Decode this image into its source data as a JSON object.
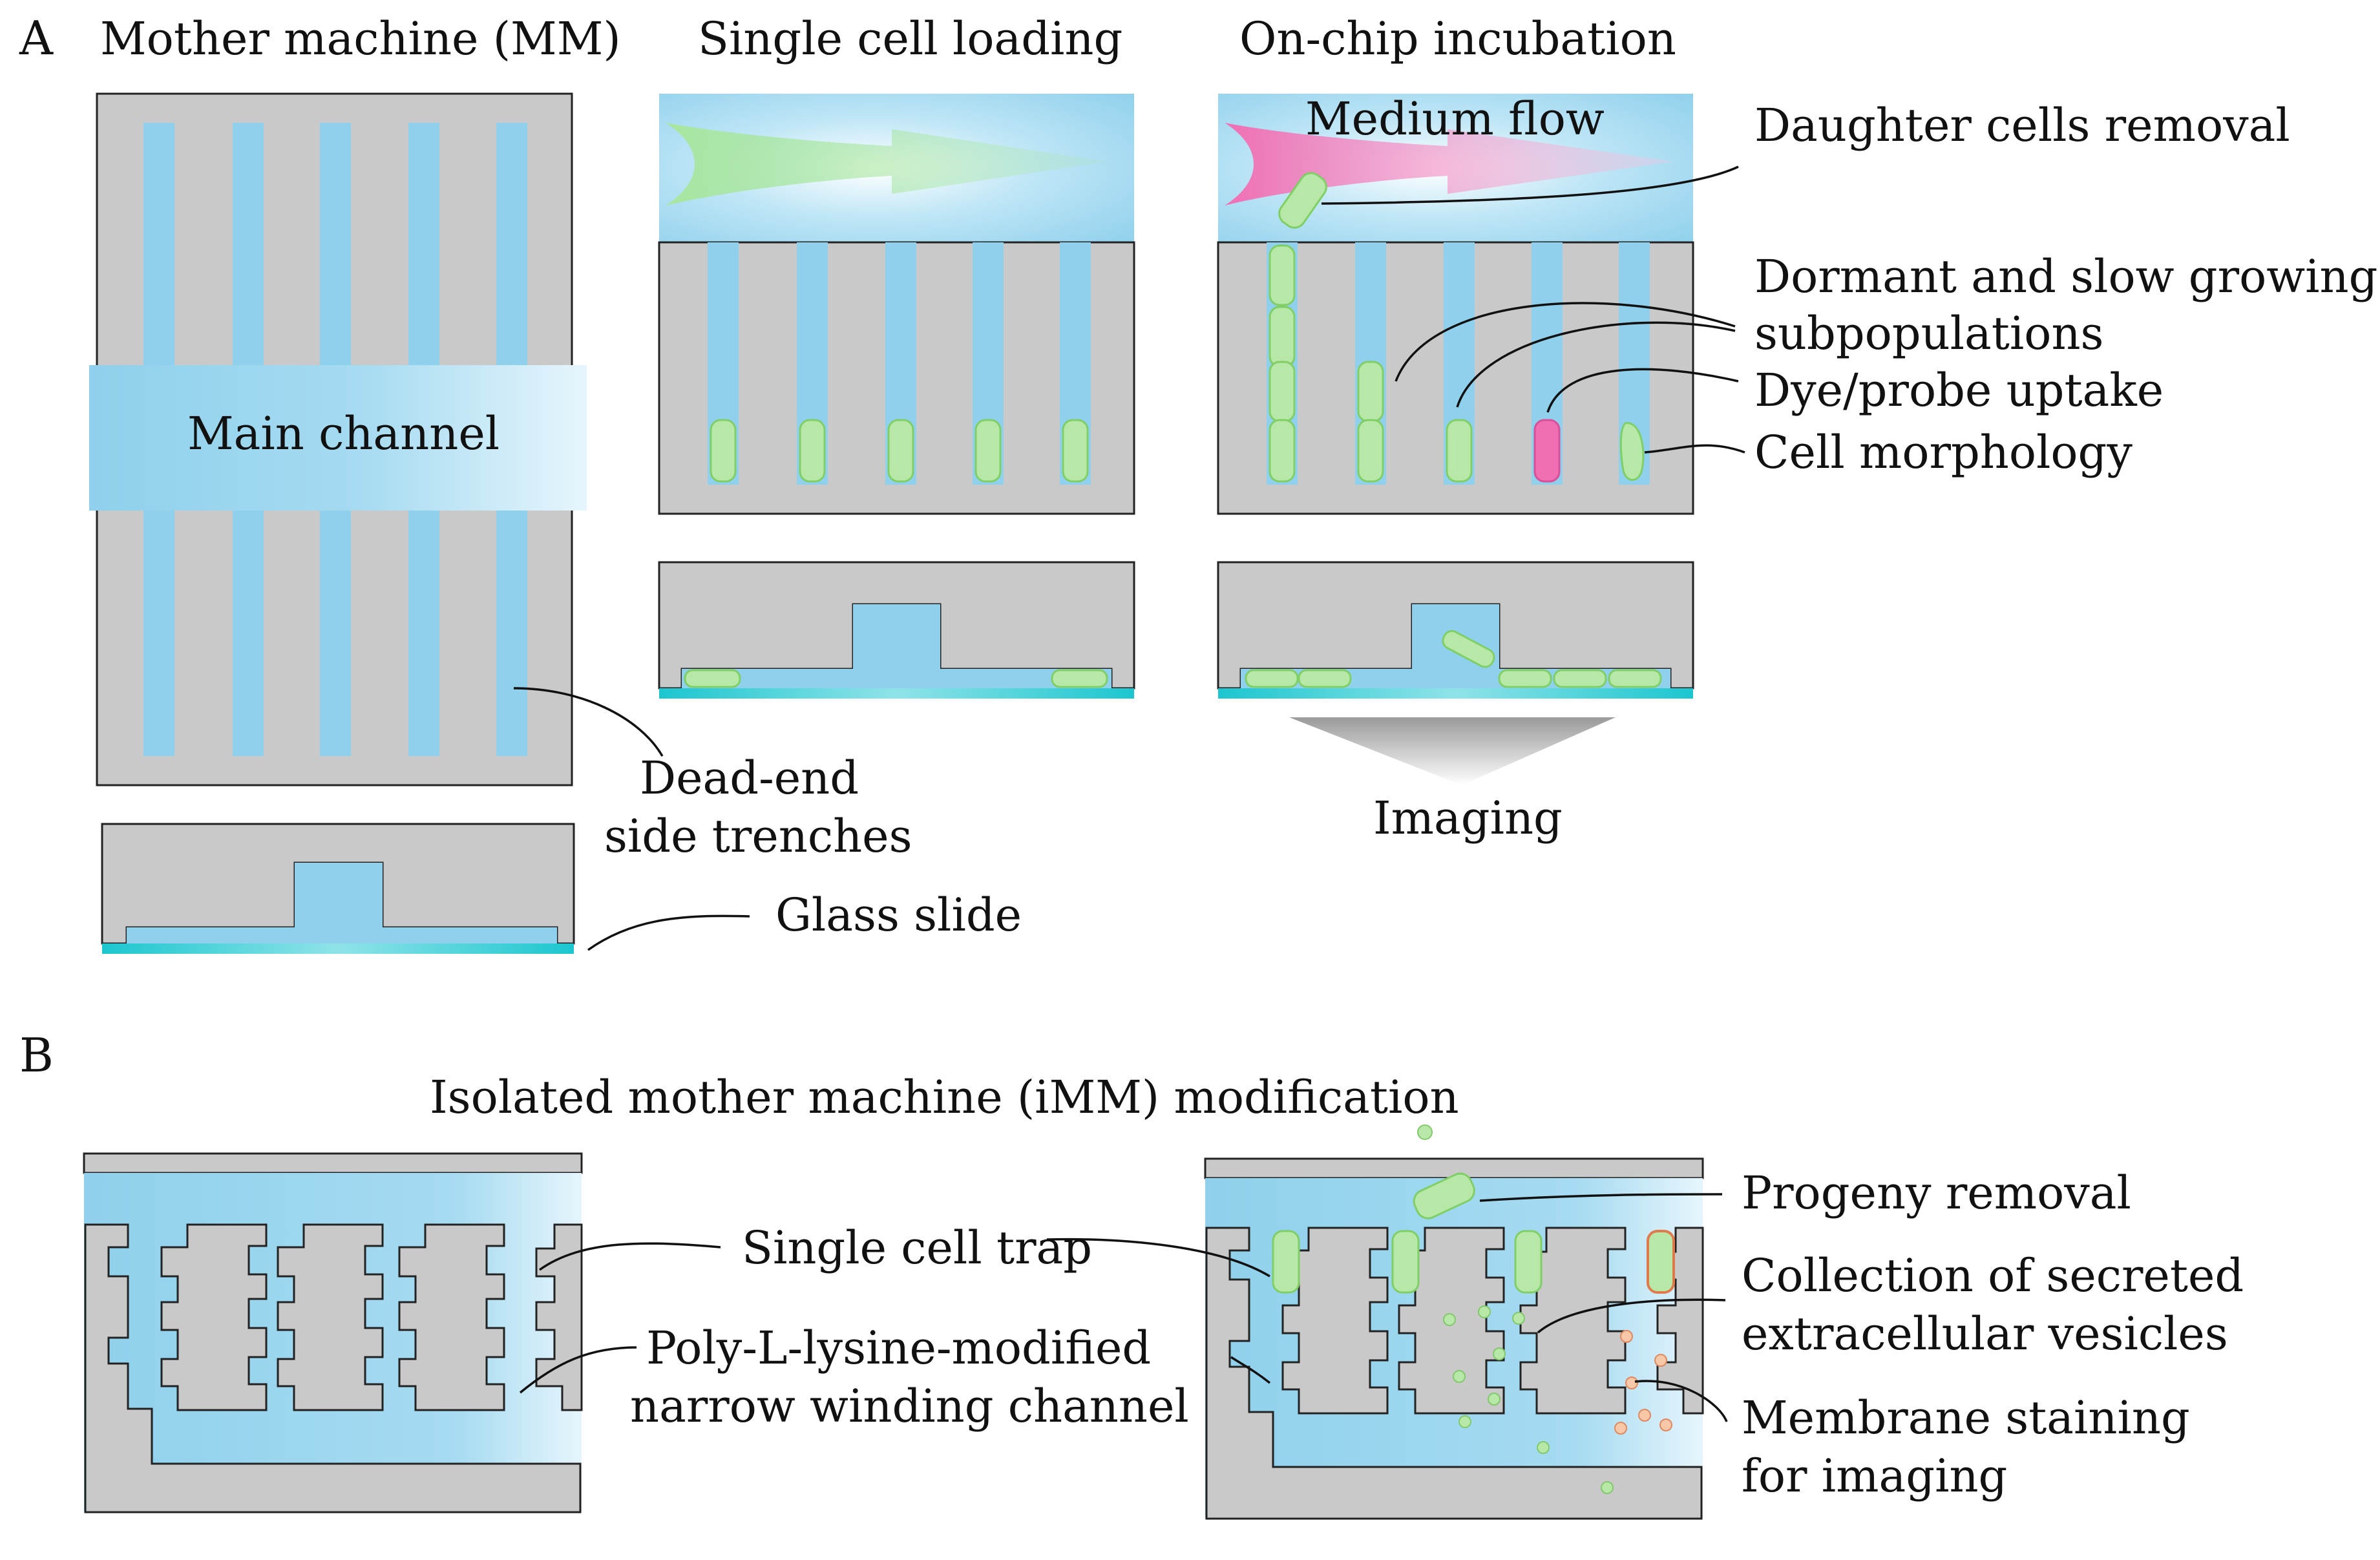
{
  "panel_a": {
    "letter": "A",
    "titles": {
      "mother_machine": "Mother machine (MM)",
      "single_cell_loading": "Single cell loading",
      "on_chip_incubation": "On-chip incubation"
    },
    "main_channel": "Main channel",
    "medium_flow": "Medium flow",
    "dead_end_line1": "Dead-end",
    "dead_end_line2": "side trenches",
    "glass_slide": "Glass slide",
    "daughter_removal": "Daughter cells removal",
    "dormant_line1": "Dormant and slow growing",
    "dormant_line2": "subpopulations",
    "dye_uptake": "Dye/probe uptake",
    "cell_morphology": "Cell morphology",
    "imaging": "Imaging"
  },
  "panel_b": {
    "letter": "B",
    "title": "Isolated mother machine (iMM) modification",
    "single_cell_trap": "Single cell trap",
    "pll_line1": "Poly-L-lysine-modified",
    "pll_line2": "narrow winding channel",
    "progeny_removal": "Progeny removal",
    "collection_line1": "Collection of secreted",
    "collection_line2": "extracellular vesicles",
    "membrane_line1": "Membrane staining",
    "membrane_line2": "for imaging"
  },
  "colors": {
    "channel_blue": "#8fd0ec",
    "pdms_gray": "#c9c9c9",
    "cell_green": "#b8e8a8",
    "dye_pink": "#f06fb4",
    "glass_cyan": "#1cc6cf"
  }
}
